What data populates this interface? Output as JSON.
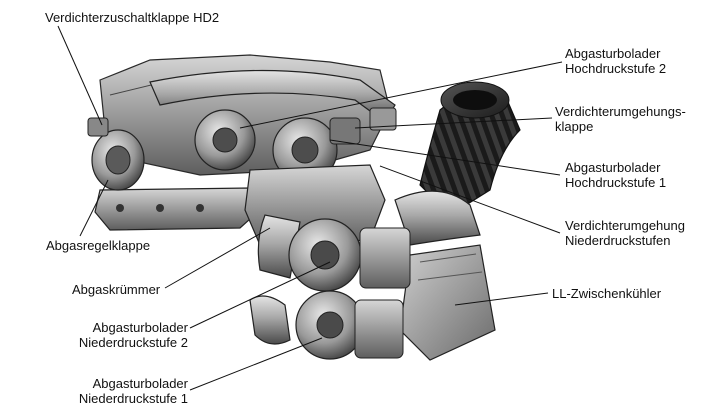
{
  "diagram": {
    "labels": [
      {
        "id": "verdichterzuschaltklappe",
        "lines": [
          "Verdichterzuschaltklappe HD2"
        ]
      },
      {
        "id": "abgasturbolader-hd2",
        "lines": [
          "Abgasturbolader",
          "Hochdruckstufe 2"
        ]
      },
      {
        "id": "verdichterumgehungsklappe",
        "lines": [
          "Verdichterumgehungs-",
          "klappe"
        ]
      },
      {
        "id": "abgasturbolader-hd1",
        "lines": [
          "Abgasturbolader",
          "Hochdruckstufe 1"
        ]
      },
      {
        "id": "verdichterumgehung-nd",
        "lines": [
          "Verdichterumgehung",
          "Niederdruckstufen"
        ]
      },
      {
        "id": "abgasregelklappe",
        "lines": [
          "Abgasregelklappe"
        ]
      },
      {
        "id": "abgaskruemmer",
        "lines": [
          "Abgaskrümmer"
        ]
      },
      {
        "id": "ll-zwischenkuehler",
        "lines": [
          "LL-Zwischenkühler"
        ]
      },
      {
        "id": "abgasturbolader-nd2",
        "lines": [
          "Abgasturbolader",
          "Niederdruckstufe 2"
        ]
      },
      {
        "id": "abgasturbolader-nd1",
        "lines": [
          "Abgasturbolader",
          "Niederdruckstufe 1"
        ]
      }
    ]
  }
}
